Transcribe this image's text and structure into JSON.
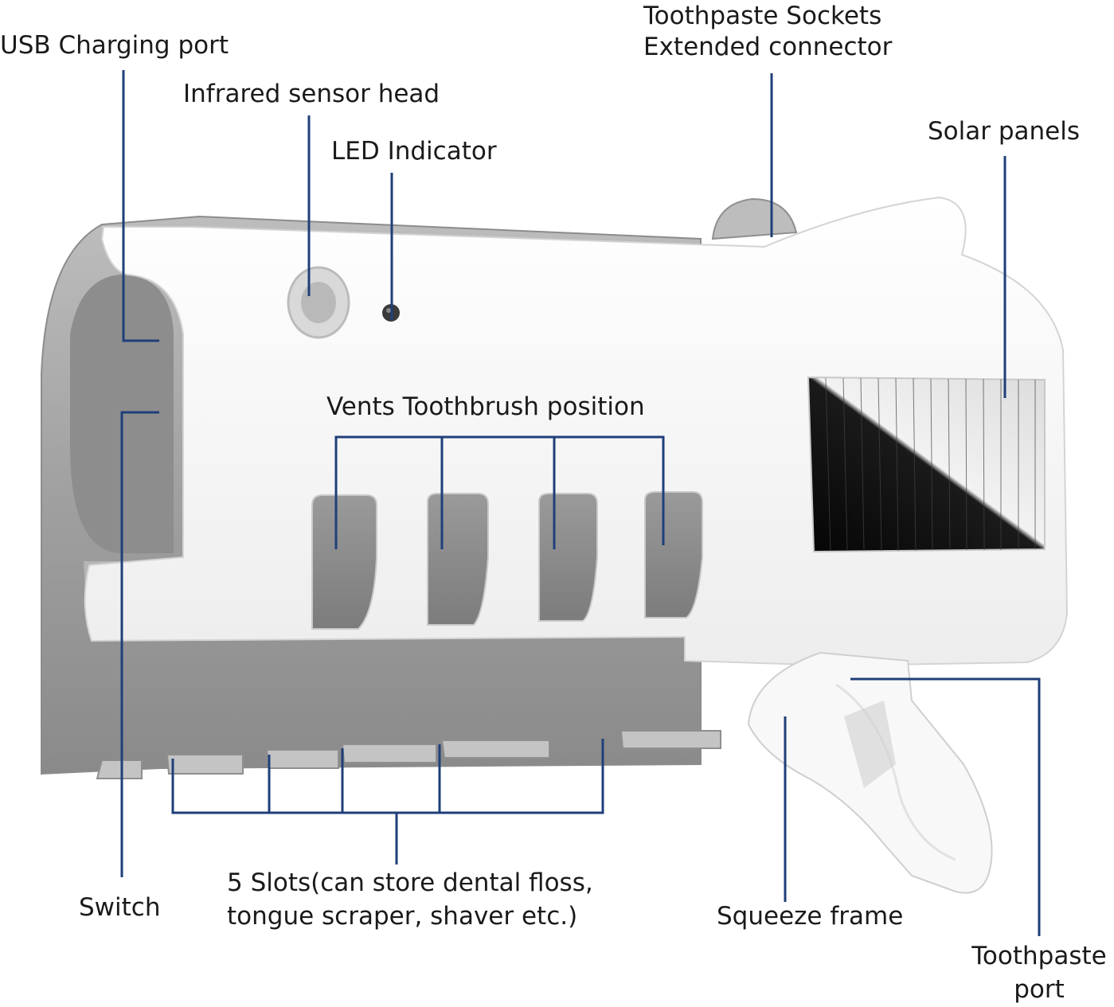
{
  "labels": {
    "usb_port": "USB Charging port",
    "infrared": "Infrared sensor head",
    "led": "LED Indicator",
    "sockets_line1": "Toothpaste Sockets",
    "sockets_line2": "Extended connector",
    "solar": "Solar panels",
    "vents": "Vents Toothbrush position",
    "switch": "Switch",
    "slots_line1": "5 Slots(can store dental floss,",
    "slots_line2": "tongue scraper, shaver etc.)",
    "squeeze": "Squeeze frame",
    "port_line1": "Toothpaste",
    "port_line2": "port"
  },
  "colors": {
    "leader_line": "#1f3f7a",
    "body_white": "#f7f7f7",
    "back_plate": "#a2a2a2",
    "solar_panel": "#0d0d0d"
  }
}
